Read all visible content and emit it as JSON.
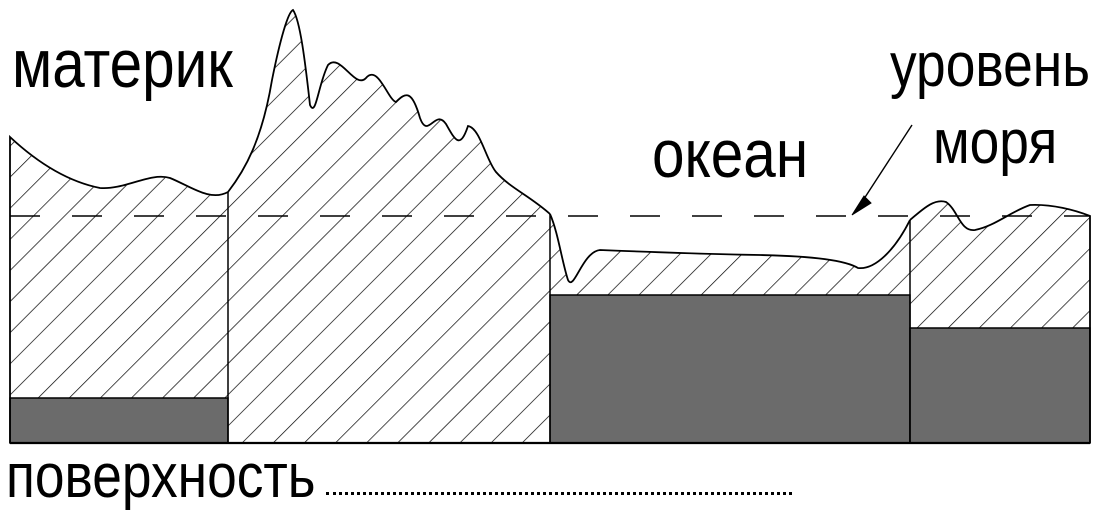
{
  "labels": {
    "continent": "материк",
    "ocean": "океан",
    "sea_level_line1": "уровень",
    "sea_level_line2": "моря",
    "surface": "поверхность"
  },
  "colors": {
    "line": "#000000",
    "fill_dark": "#6b6b6b",
    "background": "#ffffff"
  }
}
